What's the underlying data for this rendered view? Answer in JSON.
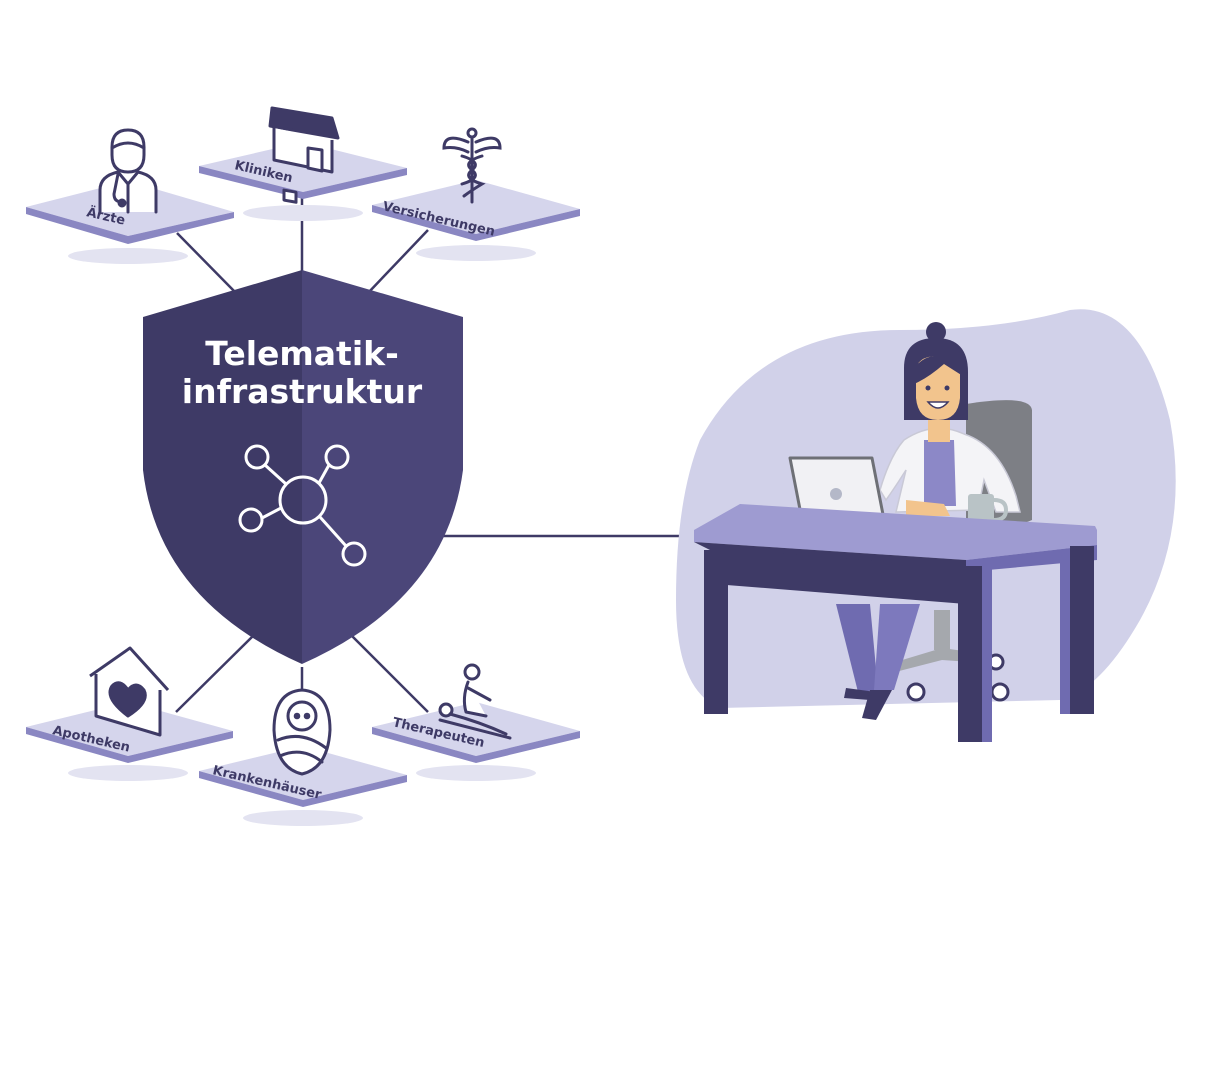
{
  "shield": {
    "title_line1": "Telematik-",
    "title_line2": "infrastruktur"
  },
  "nodes": {
    "aerzte": "Ärzte",
    "kliniken": "Kliniken",
    "versicherungen": "Versicherungen",
    "apotheken": "Apotheken",
    "krankenhaeuser": "Krankenhäuser",
    "therapeuten": "Therapeuten"
  },
  "icons": {
    "aerzte": "doctor-icon",
    "kliniken": "clinic-building-icon",
    "versicherungen": "caduceus-icon",
    "apotheken": "house-heart-icon",
    "krankenhaeuser": "newborn-baby-icon",
    "therapeuten": "massage-therapy-icon",
    "shield": "network-hub-icon"
  },
  "colors": {
    "shield_dark": "#3e3a66",
    "shield_light": "#4b4679",
    "tile_top": "#d5d5ec",
    "tile_side": "#8a87c2",
    "connector": "#3e3a66",
    "blob": "#d1d1e9",
    "desk_top": "#9e9bd1",
    "desk_front": "#3e3a66"
  }
}
